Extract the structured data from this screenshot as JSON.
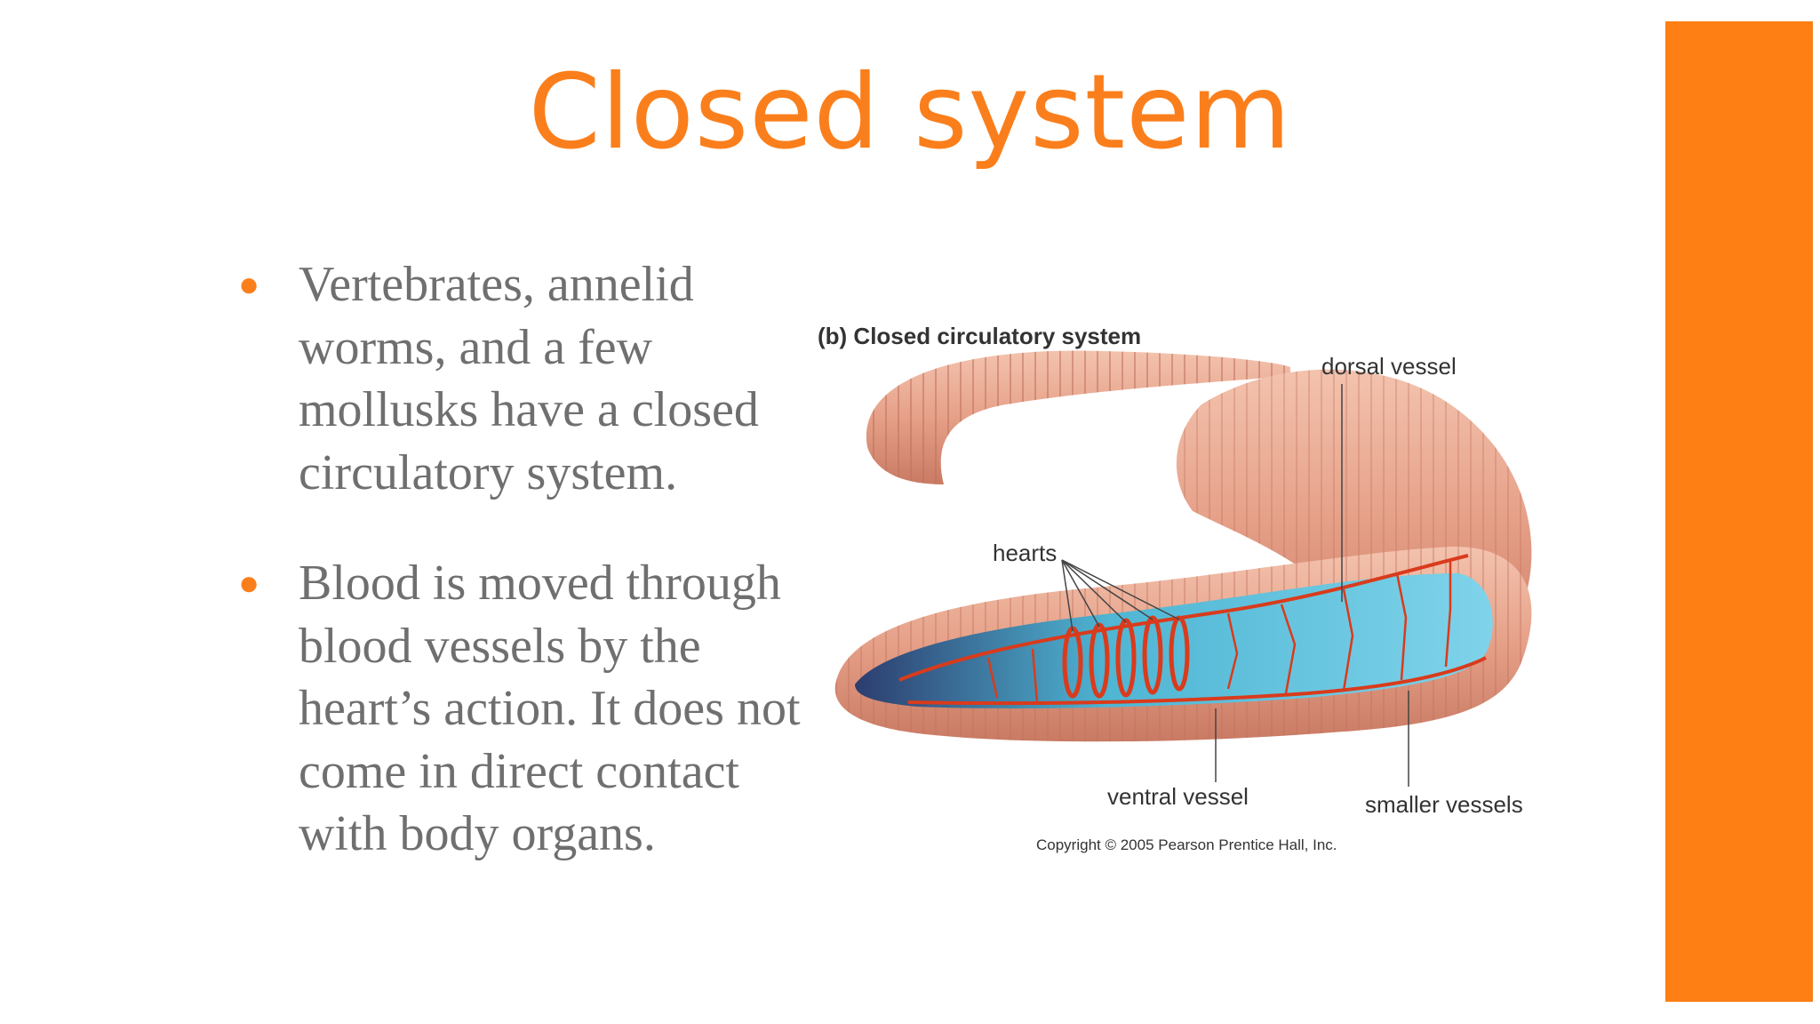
{
  "slide": {
    "title": "Closed system",
    "bullets": [
      "Vertebrates, annelid worms, and a few mollusks have a closed circulatory system.",
      "Blood is moved through blood vessels by the heart’s action. It does not come in direct contact with body organs."
    ]
  },
  "figure": {
    "caption": "(b) Closed circulatory system",
    "labels": {
      "dorsal": "dorsal vessel",
      "hearts": "hearts",
      "ventral": "ventral vessel",
      "smaller": "smaller vessels"
    },
    "copyright": "Copyright © 2005 Pearson Prentice Hall, Inc."
  },
  "colors": {
    "accent": "#fe7f13",
    "title": "#fa7f1c",
    "body_text": "#6f6f6f",
    "worm_skin": "#e8a38a",
    "worm_interior": "#5ec3de",
    "vessels": "#d93b1c"
  }
}
